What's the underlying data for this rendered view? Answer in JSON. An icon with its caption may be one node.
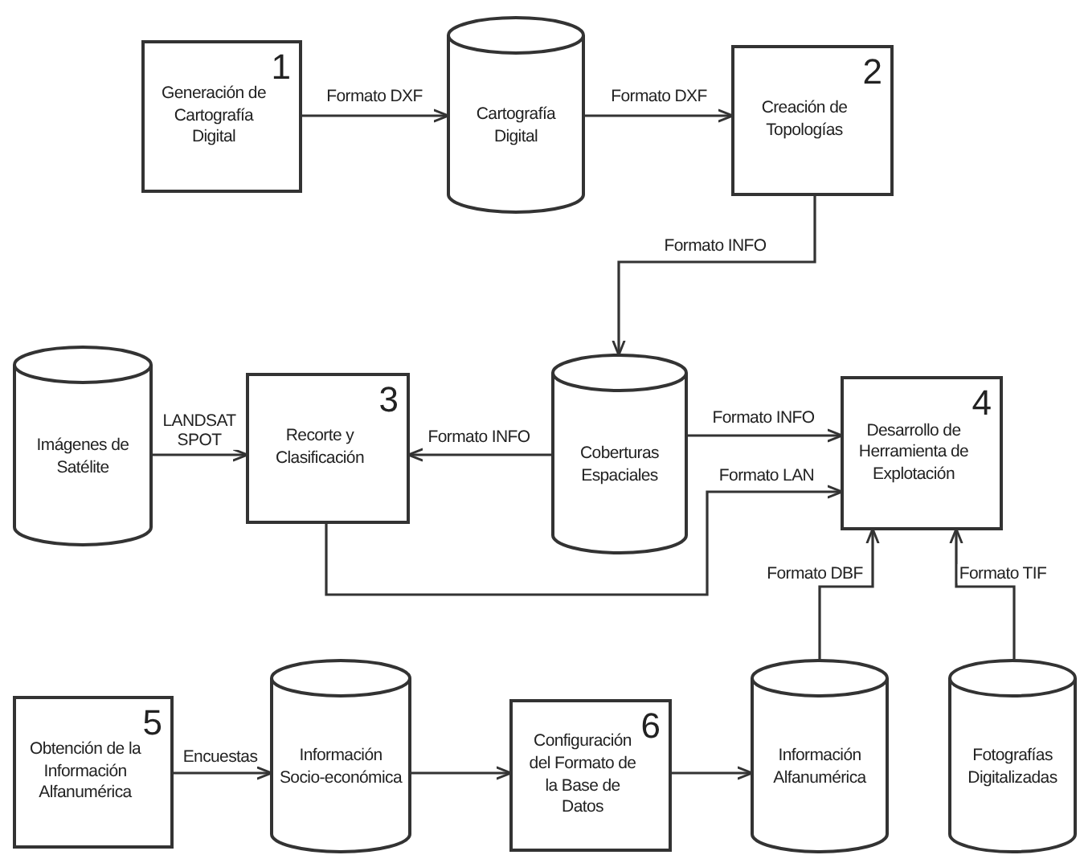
{
  "diagram": {
    "nodes": [
      {
        "text": [
          "Generación de Cartografía Digital",
          "1"
        ]
      },
      {
        "text": [
          "Cartografía Digital"
        ]
      },
      {
        "text": [
          "Creación de Topologías",
          "2"
        ]
      },
      {
        "text": [
          "Imágenes de Satélite"
        ]
      },
      {
        "text": [
          "Recorte y Clasificación",
          "3"
        ]
      },
      {
        "text": [
          "Coberturas Espaciales"
        ]
      },
      {
        "text": [
          "Desarrollo de Herramienta de Explotación",
          "4"
        ]
      },
      {
        "text": [
          "Obtención de la Información Alfanumérica",
          "5"
        ]
      },
      {
        "text": [
          "Información Socio-económica"
        ]
      },
      {
        "text": [
          "Configuración del Formato de la Base de Datos",
          "6"
        ]
      },
      {
        "text": [
          "Información Alfanumérica"
        ]
      },
      {
        "text": [
          "Fotografías Digitalizadas"
        ]
      }
    ],
    "edges": [
      {
        "from": 0,
        "to": 1,
        "arrow": "to",
        "label": "Formato DXF"
      },
      {
        "from": 1,
        "to": 2,
        "arrow": "to",
        "label": "Formato DXF"
      },
      {
        "from": 2,
        "to": 5,
        "arrow": "to",
        "label": "Formato INFO"
      },
      {
        "from": 3,
        "to": 4,
        "arrow": "to",
        "label": "LANDSAT SPOT"
      },
      {
        "from": 5,
        "to": 4,
        "arrow": "to",
        "label": "Formato INFO"
      },
      {
        "from": 5,
        "to": 6,
        "arrow": "to",
        "label": "Formato INFO"
      },
      {
        "from": 4,
        "to": 6,
        "arrow": "to",
        "label": "Formato LAN"
      },
      {
        "from": 7,
        "to": 8,
        "arrow": "to",
        "label": "Encuestas"
      },
      {
        "from": 8,
        "to": 9,
        "arrow": "to"
      },
      {
        "from": 9,
        "to": 10,
        "arrow": "to"
      },
      {
        "from": 10,
        "to": 6,
        "arrow": "to",
        "label": "Formato DBF"
      },
      {
        "from": 11,
        "to": 6,
        "arrow": "to",
        "label": "Formato TIF"
      }
    ]
  }
}
